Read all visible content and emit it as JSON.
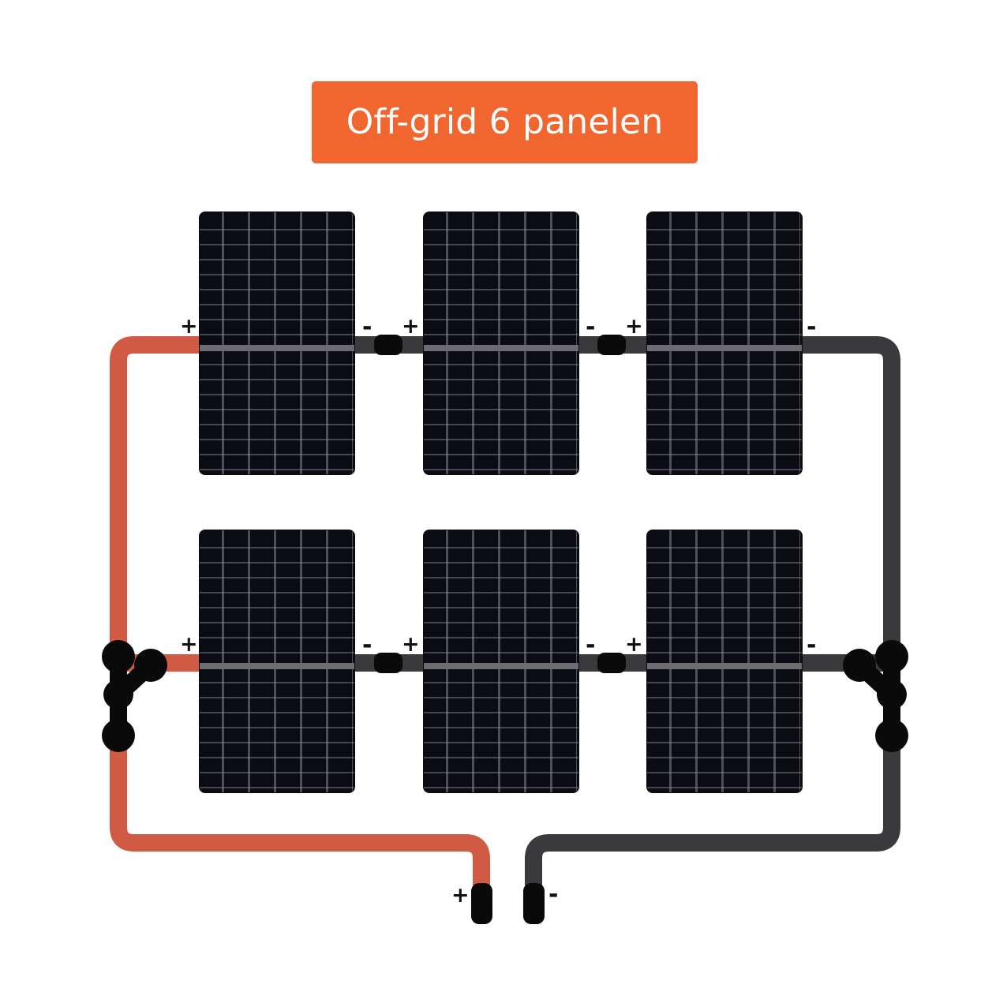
{
  "title": {
    "text": "Off-grid 6 panelen",
    "banner_color": "#f1652f",
    "text_color": "#ffffff"
  },
  "colors": {
    "positive_cable": "#d05a44",
    "negative_cable": "#3a3a3c",
    "connector": "#0a0a0a",
    "panel_body": "#0b0b14",
    "panel_cell_line": "#96969f",
    "panel_busbar": "#6c6c70",
    "background": "#ffffff"
  },
  "diagram": {
    "type": "solar-panel-wiring",
    "panel_count": 6,
    "rows": 2,
    "columns": 3,
    "wiring": "two series strings of 3 panels, paralleled via Y-branch connectors"
  },
  "panels": [
    {
      "id": "panel-top-1",
      "row": "top",
      "index": 1
    },
    {
      "id": "panel-top-2",
      "row": "top",
      "index": 2
    },
    {
      "id": "panel-top-3",
      "row": "top",
      "index": 3
    },
    {
      "id": "panel-bottom-1",
      "row": "bottom",
      "index": 1
    },
    {
      "id": "panel-bottom-2",
      "row": "bottom",
      "index": 2
    },
    {
      "id": "panel-bottom-3",
      "row": "bottom",
      "index": 3
    }
  ],
  "labels": {
    "plus": "+",
    "minus": "-",
    "top_row": [
      {
        "sign": "+",
        "at": "panel-top-1-left"
      },
      {
        "sign": "-",
        "at": "panel-top-1-right"
      },
      {
        "sign": "+",
        "at": "panel-top-2-left"
      },
      {
        "sign": "-",
        "at": "panel-top-2-right"
      },
      {
        "sign": "+",
        "at": "panel-top-3-left"
      },
      {
        "sign": "-",
        "at": "panel-top-3-right"
      }
    ],
    "bottom_row": [
      {
        "sign": "+",
        "at": "panel-bottom-1-left"
      },
      {
        "sign": "-",
        "at": "panel-bottom-1-right"
      },
      {
        "sign": "+",
        "at": "panel-bottom-2-left"
      },
      {
        "sign": "-",
        "at": "panel-bottom-2-right"
      },
      {
        "sign": "+",
        "at": "panel-bottom-3-left"
      },
      {
        "sign": "-",
        "at": "panel-bottom-3-right"
      }
    ],
    "output": [
      {
        "sign": "+",
        "at": "output-positive-terminal"
      },
      {
        "sign": "-",
        "at": "output-negative-terminal"
      }
    ]
  },
  "connectors": {
    "inline_count": 4,
    "y_branch_count": 2,
    "output_terminal_count": 2
  }
}
